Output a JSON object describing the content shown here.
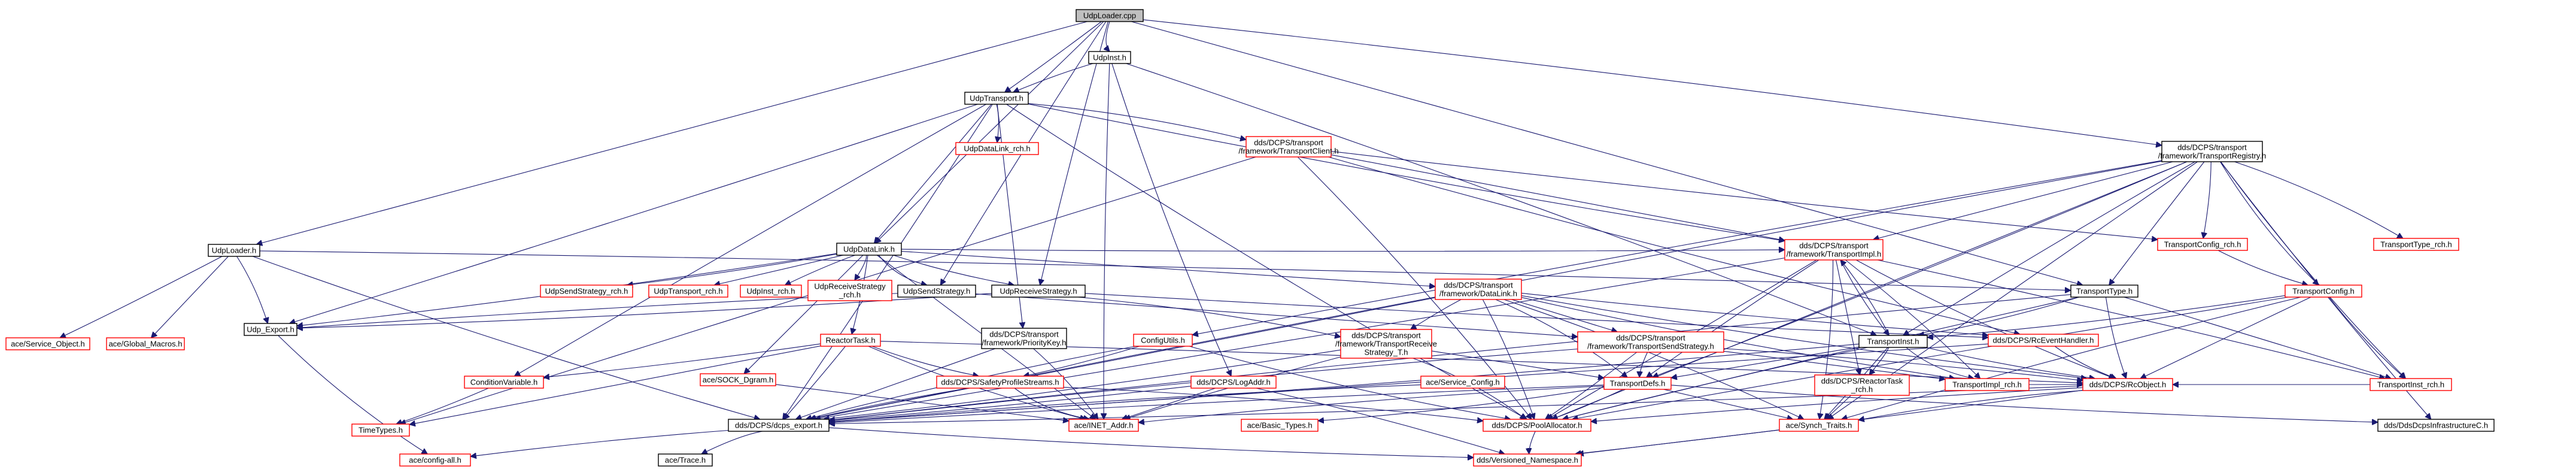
{
  "graph": {
    "title": "UdpLoader.cpp include dependency graph",
    "edge_color": "#191970",
    "nodes": [
      {
        "id": "root",
        "label": [
          "UdpLoader.cpp"
        ],
        "style": "root"
      },
      {
        "id": "udpinst_h",
        "label": [
          "UdpInst.h"
        ],
        "style": "black"
      },
      {
        "id": "udptransport_h",
        "label": [
          "UdpTransport.h"
        ],
        "style": "black"
      },
      {
        "id": "udploader_h",
        "label": [
          "UdpLoader.h"
        ],
        "style": "black"
      },
      {
        "id": "udpdatalink_h",
        "label": [
          "UdpDataLink.h"
        ],
        "style": "black"
      },
      {
        "id": "transportregistry_h",
        "label": [
          "dds/DCPS/transport",
          "/framework/TransportRegistry.h"
        ],
        "style": "black"
      },
      {
        "id": "udpdatalink_rch_h",
        "label": [
          "UdpDataLink_rch.h"
        ],
        "style": "red"
      },
      {
        "id": "transportclient_h",
        "label": [
          "dds/DCPS/transport",
          "/framework/TransportClient.h"
        ],
        "style": "red"
      },
      {
        "id": "transportconfig_rch_h",
        "label": [
          "TransportConfig_rch.h"
        ],
        "style": "red"
      },
      {
        "id": "transporttype_rch_h",
        "label": [
          "TransportType_rch.h"
        ],
        "style": "red"
      },
      {
        "id": "udpsendstrategy_rch_h",
        "label": [
          "UdpSendStrategy_rch.h"
        ],
        "style": "red"
      },
      {
        "id": "udptransport_rch_h",
        "label": [
          "UdpTransport_rch.h"
        ],
        "style": "red"
      },
      {
        "id": "udpinst_rch_h",
        "label": [
          "UdpInst_rch.h"
        ],
        "style": "red"
      },
      {
        "id": "udpreceivestrategy_rch_h",
        "label": [
          "UdpReceiveStrategy",
          "_rch.h"
        ],
        "style": "red"
      },
      {
        "id": "udpsendstrategy_h",
        "label": [
          "UdpSendStrategy.h"
        ],
        "style": "black"
      },
      {
        "id": "udpreceivestrategy_h",
        "label": [
          "UdpReceiveStrategy.h"
        ],
        "style": "black"
      },
      {
        "id": "datalink_h",
        "label": [
          "dds/DCPS/transport",
          "/framework/DataLink.h"
        ],
        "style": "red"
      },
      {
        "id": "transportimpl_h",
        "label": [
          "dds/DCPS/transport",
          "/framework/TransportImpl.h"
        ],
        "style": "red"
      },
      {
        "id": "transporttype_h",
        "label": [
          "TransportType.h"
        ],
        "style": "black"
      },
      {
        "id": "transportconfig_h",
        "label": [
          "TransportConfig.h"
        ],
        "style": "red"
      },
      {
        "id": "service_object_h",
        "label": [
          "ace/Service_Object.h"
        ],
        "style": "red"
      },
      {
        "id": "global_macros_h",
        "label": [
          "ace/Global_Macros.h"
        ],
        "style": "red"
      },
      {
        "id": "udp_export_h",
        "label": [
          "Udp_Export.h"
        ],
        "style": "black"
      },
      {
        "id": "reactortask_h",
        "label": [
          "ReactorTask.h"
        ],
        "style": "red"
      },
      {
        "id": "prioritykey_h",
        "label": [
          "dds/DCPS/transport",
          "/framework/PriorityKey.h"
        ],
        "style": "black"
      },
      {
        "id": "configutils_h",
        "label": [
          "ConfigUtils.h"
        ],
        "style": "red"
      },
      {
        "id": "transportreceivestrategy_t_h",
        "label": [
          "dds/DCPS/transport",
          "/framework/TransportReceive",
          "Strategy_T.h"
        ],
        "style": "red"
      },
      {
        "id": "transportsendstrategy_h",
        "label": [
          "dds/DCPS/transport",
          "/framework/TransportSendStrategy.h"
        ],
        "style": "red"
      },
      {
        "id": "rceventhandler_h",
        "label": [
          "dds/DCPS/RcEventHandler.h"
        ],
        "style": "red"
      },
      {
        "id": "transportinst_h",
        "label": [
          "TransportInst.h"
        ],
        "style": "black"
      },
      {
        "id": "conditionvariable_h",
        "label": [
          "ConditionVariable.h"
        ],
        "style": "red"
      },
      {
        "id": "sock_dgram_h",
        "label": [
          "ace/SOCK_Dgram.h"
        ],
        "style": "red"
      },
      {
        "id": "safetyprofilestreams_h",
        "label": [
          "dds/DCPS/SafetyProfileStreams.h"
        ],
        "style": "red"
      },
      {
        "id": "logaddr_h",
        "label": [
          "dds/DCPS/LogAddr.h"
        ],
        "style": "red"
      },
      {
        "id": "service_config_h",
        "label": [
          "ace/Service_Config.h"
        ],
        "style": "red"
      },
      {
        "id": "transportdefs_h",
        "label": [
          "TransportDefs.h"
        ],
        "style": "red"
      },
      {
        "id": "reactortask_rch_h",
        "label": [
          "dds/DCPS/ReactorTask",
          "_rch.h"
        ],
        "style": "red"
      },
      {
        "id": "transportimpl_rch_h",
        "label": [
          "TransportImpl_rch.h"
        ],
        "style": "red"
      },
      {
        "id": "rcobject_h",
        "label": [
          "dds/DCPS/RcObject.h"
        ],
        "style": "red"
      },
      {
        "id": "transportinst_rch_h",
        "label": [
          "TransportInst_rch.h"
        ],
        "style": "red"
      },
      {
        "id": "timetypes_h",
        "label": [
          "TimeTypes.h"
        ],
        "style": "red"
      },
      {
        "id": "dcps_export_h",
        "label": [
          "dds/DCPS/dcps_export.h"
        ],
        "style": "black"
      },
      {
        "id": "inet_addr_h",
        "label": [
          "ace/INET_Addr.h"
        ],
        "style": "red"
      },
      {
        "id": "basic_types_h",
        "label": [
          "ace/Basic_Types.h"
        ],
        "style": "red"
      },
      {
        "id": "poolallocator_h",
        "label": [
          "dds/DCPS/PoolAllocator.h"
        ],
        "style": "red"
      },
      {
        "id": "synch_traits_h",
        "label": [
          "ace/Synch_Traits.h"
        ],
        "style": "red"
      },
      {
        "id": "ddsdcpsinfrastructurec_h",
        "label": [
          "dds/DdsDcpsInfrastructureC.h"
        ],
        "style": "black"
      },
      {
        "id": "config_all_h",
        "label": [
          "ace/config-all.h"
        ],
        "style": "red"
      },
      {
        "id": "trace_h",
        "label": [
          "ace/Trace.h"
        ],
        "style": "black"
      },
      {
        "id": "versioned_namespace_h",
        "label": [
          "dds/Versioned_Namespace.h"
        ],
        "style": "red"
      }
    ],
    "edges": [
      [
        "root",
        "udpinst_h"
      ],
      [
        "root",
        "udptransport_h"
      ],
      [
        "root",
        "udploader_h"
      ],
      [
        "root",
        "udpdatalink_h"
      ],
      [
        "root",
        "transportregistry_h"
      ],
      [
        "root",
        "udpsendstrategy_h"
      ],
      [
        "root",
        "udpreceivestrategy_h"
      ],
      [
        "root",
        "transporttype_h"
      ],
      [
        "udpinst_h",
        "udptransport_h"
      ],
      [
        "udpinst_h",
        "transportinst_h"
      ],
      [
        "udpinst_h",
        "logaddr_h"
      ],
      [
        "udpinst_h",
        "inet_addr_h"
      ],
      [
        "udptransport_h",
        "udpdatalink_h"
      ],
      [
        "udptransport_h",
        "udpdatalink_rch_h"
      ],
      [
        "udptransport_h",
        "transportclient_h"
      ],
      [
        "udptransport_h",
        "transportimpl_h"
      ],
      [
        "udptransport_h",
        "udp_export_h"
      ],
      [
        "udptransport_h",
        "prioritykey_h"
      ],
      [
        "udptransport_h",
        "conditionvariable_h"
      ],
      [
        "udptransport_h",
        "dcps_export_h"
      ],
      [
        "udptransport_h",
        "poolallocator_h"
      ],
      [
        "udploader_h",
        "service_object_h"
      ],
      [
        "udploader_h",
        "global_macros_h"
      ],
      [
        "udploader_h",
        "udp_export_h"
      ],
      [
        "udploader_h",
        "transporttype_h"
      ],
      [
        "udploader_h",
        "dcps_export_h"
      ],
      [
        "udpdatalink_h",
        "udpsendstrategy_rch_h"
      ],
      [
        "udpdatalink_h",
        "udptransport_rch_h"
      ],
      [
        "udpdatalink_h",
        "udpinst_rch_h"
      ],
      [
        "udpdatalink_h",
        "udpreceivestrategy_rch_h"
      ],
      [
        "udpdatalink_h",
        "udpsendstrategy_h"
      ],
      [
        "udpdatalink_h",
        "udpreceivestrategy_h"
      ],
      [
        "udpdatalink_h",
        "datalink_h"
      ],
      [
        "udpdatalink_h",
        "reactortask_h"
      ],
      [
        "udpdatalink_h",
        "sock_dgram_h"
      ],
      [
        "udpdatalink_h",
        "udp_export_h"
      ],
      [
        "udpdatalink_h",
        "transportimpl_h"
      ],
      [
        "udpdatalink_h",
        "inet_addr_h"
      ],
      [
        "transportregistry_h",
        "transportconfig_rch_h"
      ],
      [
        "transportregistry_h",
        "transporttype_rch_h"
      ],
      [
        "transportregistry_h",
        "transportconfig_h"
      ],
      [
        "transportregistry_h",
        "transporttype_h"
      ],
      [
        "transportregistry_h",
        "transportimpl_h"
      ],
      [
        "transportregistry_h",
        "configutils_h"
      ],
      [
        "transportregistry_h",
        "transportinst_h"
      ],
      [
        "transportregistry_h",
        "transportinst_rch_h"
      ],
      [
        "transportregistry_h",
        "ddsdcpsinfrastructurec_h"
      ],
      [
        "transportregistry_h",
        "poolallocator_h"
      ],
      [
        "transportregistry_h",
        "synch_traits_h"
      ],
      [
        "transportregistry_h",
        "dcps_export_h"
      ],
      [
        "transportregistry_h",
        "transportdefs_h"
      ],
      [
        "transportclient_h",
        "transportconfig_rch_h"
      ],
      [
        "transportclient_h",
        "transportimpl_h"
      ],
      [
        "transportclient_h",
        "timetypes_h"
      ],
      [
        "transportclient_h",
        "poolallocator_h"
      ],
      [
        "transportclient_h",
        "rceventhandler_h"
      ],
      [
        "transportconfig_rch_h",
        "transportconfig_h"
      ],
      [
        "udpsendstrategy_h",
        "transportsendstrategy_h"
      ],
      [
        "udpsendstrategy_h",
        "udp_export_h"
      ],
      [
        "udpreceivestrategy_h",
        "transportreceivestrategy_t_h"
      ],
      [
        "udpreceivestrategy_h",
        "udp_export_h"
      ],
      [
        "udpreceivestrategy_h",
        "rceventhandler_h"
      ],
      [
        "datalink_h",
        "transportsendstrategy_h"
      ],
      [
        "datalink_h",
        "transportreceivestrategy_t_h"
      ],
      [
        "datalink_h",
        "transportdefs_h"
      ],
      [
        "datalink_h",
        "rcobject_h"
      ],
      [
        "datalink_h",
        "rceventhandler_h"
      ],
      [
        "datalink_h",
        "dcps_export_h"
      ],
      [
        "datalink_h",
        "poolallocator_h"
      ],
      [
        "datalink_h",
        "synch_traits_h"
      ],
      [
        "datalink_h",
        "transportimpl_rch_h"
      ],
      [
        "transportimpl_h",
        "transportinst_h"
      ],
      [
        "transportimpl_h",
        "reactortask_rch_h"
      ],
      [
        "transportimpl_h",
        "transportimpl_rch_h"
      ],
      [
        "transportimpl_h",
        "transportdefs_h"
      ],
      [
        "transportimpl_h",
        "rcobject_h"
      ],
      [
        "transportimpl_h",
        "poolallocator_h"
      ],
      [
        "transportimpl_h",
        "dcps_export_h"
      ],
      [
        "transportimpl_h",
        "transportinst_rch_h"
      ],
      [
        "transportimpl_h",
        "synch_traits_h"
      ],
      [
        "transporttype_h",
        "transportinst_h"
      ],
      [
        "transporttype_h",
        "rcobject_h"
      ],
      [
        "transporttype_h",
        "transportinst_rch_h"
      ],
      [
        "transporttype_h",
        "poolallocator_h"
      ],
      [
        "transporttype_h",
        "dcps_export_h"
      ],
      [
        "transportconfig_h",
        "transportinst_h"
      ],
      [
        "transportconfig_h",
        "transportinst_rch_h"
      ],
      [
        "transportconfig_h",
        "rcobject_h"
      ],
      [
        "transportconfig_h",
        "poolallocator_h"
      ],
      [
        "transportconfig_h",
        "synch_traits_h"
      ],
      [
        "udp_export_h",
        "config_all_h"
      ],
      [
        "reactortask_h",
        "conditionvariable_h"
      ],
      [
        "reactortask_h",
        "timetypes_h"
      ],
      [
        "reactortask_h",
        "rcobject_h"
      ],
      [
        "reactortask_h",
        "dcps_export_h"
      ],
      [
        "reactortask_h",
        "inet_addr_h"
      ],
      [
        "reactortask_h",
        "safetyprofilestreams_h"
      ],
      [
        "prioritykey_h",
        "dcps_export_h"
      ],
      [
        "prioritykey_h",
        "inet_addr_h"
      ],
      [
        "configutils_h",
        "dcps_export_h"
      ],
      [
        "configutils_h",
        "poolallocator_h"
      ],
      [
        "configutils_h",
        "safetyprofilestreams_h"
      ],
      [
        "transportreceivestrategy_t_h",
        "transportdefs_h"
      ],
      [
        "transportreceivestrategy_t_h",
        "inet_addr_h"
      ],
      [
        "transportreceivestrategy_t_h",
        "poolallocator_h"
      ],
      [
        "transportreceivestrategy_t_h",
        "dcps_export_h"
      ],
      [
        "transportsendstrategy_h",
        "transportdefs_h"
      ],
      [
        "transportsendstrategy_h",
        "transportimpl_rch_h"
      ],
      [
        "transportsendstrategy_h",
        "rcobject_h"
      ],
      [
        "transportsendstrategy_h",
        "dcps_export_h"
      ],
      [
        "transportsendstrategy_h",
        "poolallocator_h"
      ],
      [
        "rceventhandler_h",
        "rcobject_h"
      ],
      [
        "rceventhandler_h",
        "dcps_export_h"
      ],
      [
        "transportinst_h",
        "transportimpl_h"
      ],
      [
        "transportinst_h",
        "reactortask_rch_h"
      ],
      [
        "transportinst_h",
        "transportimpl_rch_h"
      ],
      [
        "transportinst_h",
        "rcobject_h"
      ],
      [
        "transportinst_h",
        "transportdefs_h"
      ],
      [
        "transportinst_h",
        "poolallocator_h"
      ],
      [
        "transportinst_h",
        "synch_traits_h"
      ],
      [
        "transportinst_h",
        "dcps_export_h"
      ],
      [
        "conditionvariable_h",
        "timetypes_h"
      ],
      [
        "sock_dgram_h",
        "inet_addr_h"
      ],
      [
        "safetyprofilestreams_h",
        "dcps_export_h"
      ],
      [
        "safetyprofilestreams_h",
        "poolallocator_h"
      ],
      [
        "safetyprofilestreams_h",
        "inet_addr_h"
      ],
      [
        "logaddr_h",
        "dcps_export_h"
      ],
      [
        "logaddr_h",
        "inet_addr_h"
      ],
      [
        "logaddr_h",
        "versioned_namespace_h"
      ],
      [
        "service_config_h",
        "dcps_export_h"
      ],
      [
        "transportdefs_h",
        "basic_types_h"
      ],
      [
        "transportdefs_h",
        "poolallocator_h"
      ],
      [
        "transportdefs_h",
        "synch_traits_h"
      ],
      [
        "transportdefs_h",
        "dcps_export_h"
      ],
      [
        "transportdefs_h",
        "inet_addr_h"
      ],
      [
        "transportdefs_h",
        "ddsdcpsinfrastructurec_h"
      ],
      [
        "reactortask_rch_h",
        "synch_traits_h"
      ],
      [
        "transportimpl_rch_h",
        "rcobject_h"
      ],
      [
        "rcobject_h",
        "poolallocator_h"
      ],
      [
        "rcobject_h",
        "synch_traits_h"
      ],
      [
        "rcobject_h",
        "dcps_export_h"
      ],
      [
        "rcobject_h",
        "versioned_namespace_h"
      ],
      [
        "transportinst_rch_h",
        "rcobject_h"
      ],
      [
        "dcps_export_h",
        "config_all_h"
      ],
      [
        "dcps_export_h",
        "trace_h"
      ],
      [
        "dcps_export_h",
        "versioned_namespace_h"
      ],
      [
        "poolallocator_h",
        "versioned_namespace_h"
      ],
      [
        "synch_traits_h",
        "versioned_namespace_h"
      ]
    ]
  }
}
